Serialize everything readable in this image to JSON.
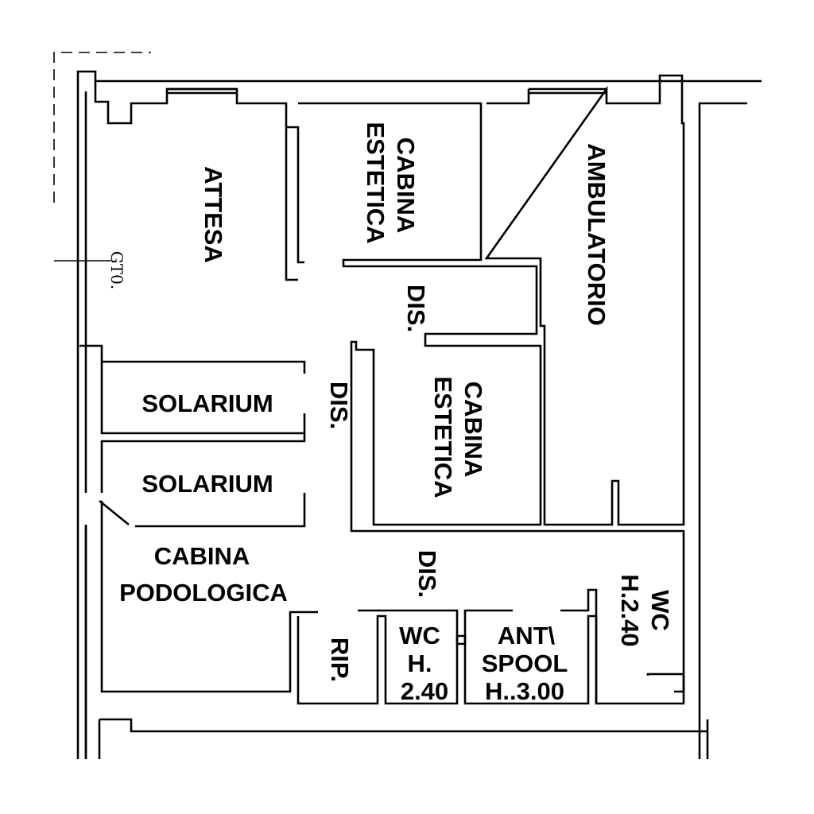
{
  "rooms": {
    "attesa": "ATTESA",
    "cabina_estetica_1": [
      "CABINA",
      "ESTETICA"
    ],
    "ambulatorio": "AMBULATORIO",
    "dis_1": "DIS.",
    "dis_2": "DIS.",
    "dis_3": "DIS.",
    "cabina_estetica_2": [
      "CABINA",
      "ESTETICA"
    ],
    "solarium_1": "SOLARIUM",
    "solarium_2": "SOLARIUM",
    "cabina_podologica": [
      "CABINA",
      "PODOLOGICA"
    ],
    "rip": "RIP.",
    "wc_1": [
      "WC",
      "H.",
      "2.40"
    ],
    "antispogl": [
      "ANT\\",
      "SPOOL",
      "H..3.00"
    ],
    "wc_2": [
      "WC",
      "H.2.40"
    ]
  },
  "annotations": {
    "entrance": "GT0."
  }
}
